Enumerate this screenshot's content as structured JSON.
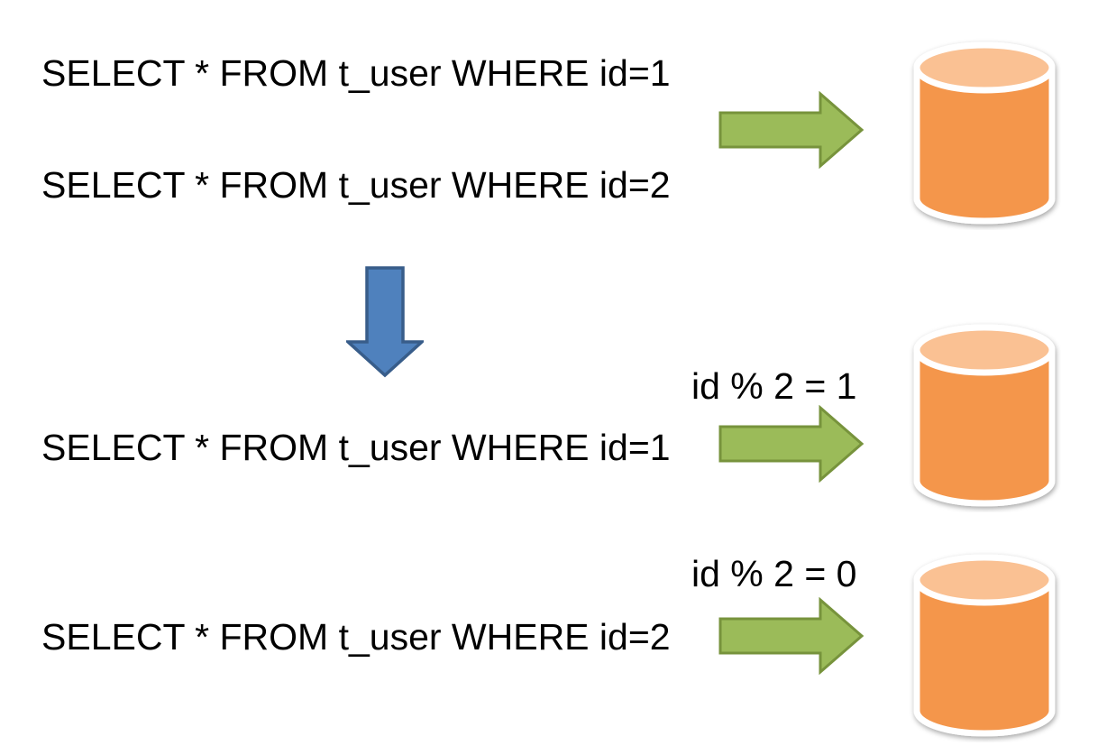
{
  "queries": {
    "before": [
      "SELECT * FROM t_user WHERE id=1",
      "SELECT * FROM t_user WHERE id=2"
    ],
    "after": [
      "SELECT * FROM t_user WHERE id=1",
      "SELECT * FROM t_user WHERE id=2"
    ]
  },
  "routing_labels": [
    "id % 2 = 1",
    "id % 2 = 0"
  ],
  "icons": {
    "flow_arrow": "green-right-arrow",
    "transform_arrow": "blue-down-arrow",
    "database": "orange-database-cylinder"
  },
  "colors": {
    "background": "#FFFFFF",
    "text": "#000000",
    "arrow_green_fill": "#9BBB59",
    "arrow_green_border": "#77933C",
    "arrow_blue_fill": "#4F81BD",
    "arrow_blue_border": "#385D8A",
    "db_body": "#F4964B",
    "db_top": "#FAC193",
    "db_outline": "#FFFFFF"
  }
}
